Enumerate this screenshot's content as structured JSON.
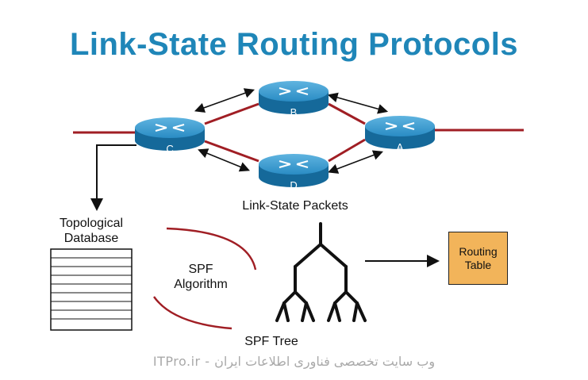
{
  "title": "Link-State Routing Protocols",
  "routers": [
    {
      "id": "B",
      "label": "B"
    },
    {
      "id": "C",
      "label": "C"
    },
    {
      "id": "A",
      "label": "A"
    },
    {
      "id": "D",
      "label": "D"
    }
  ],
  "labels": {
    "link_state_packets": "Link-State Packets",
    "topological_database_line1": "Topological",
    "topological_database_line2": "Database",
    "spf_algorithm_line1": "SPF",
    "spf_algorithm_line2": "Algorithm",
    "spf_tree": "SPF Tree",
    "routing_table_line1": "Routing",
    "routing_table_line2": "Table"
  },
  "watermark": "ITPro.ir - وب سایت تخصصی فناوری اطلاعات ایران",
  "colors": {
    "title": "#1f86b8",
    "router_body": "#1a7fb5",
    "link_line": "#a01e24",
    "routing_table_fill": "#f2b45a",
    "watermark": "#a9a9a9"
  }
}
